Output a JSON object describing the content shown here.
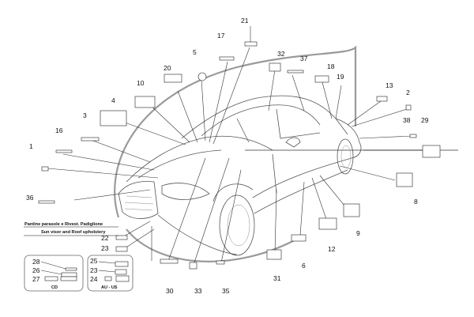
{
  "header": {
    "line1": "Pantine parasole e Rivest. Padiglione",
    "line2": "Sun visor and Roof upholstery"
  },
  "callouts": [
    "1",
    "2",
    "3",
    "4",
    "5",
    "6",
    "8",
    "9",
    "10",
    "12",
    "13",
    "16",
    "17",
    "18",
    "19",
    "20",
    "21",
    "22",
    "23",
    "29",
    "30",
    "31",
    "32",
    "33",
    "35",
    "36",
    "37",
    "38"
  ],
  "box_cd": {
    "caption": "CD",
    "items": [
      "28",
      "26",
      "27"
    ]
  },
  "box_au": {
    "caption": "AU - US",
    "items": [
      "25",
      "23",
      "24"
    ]
  }
}
